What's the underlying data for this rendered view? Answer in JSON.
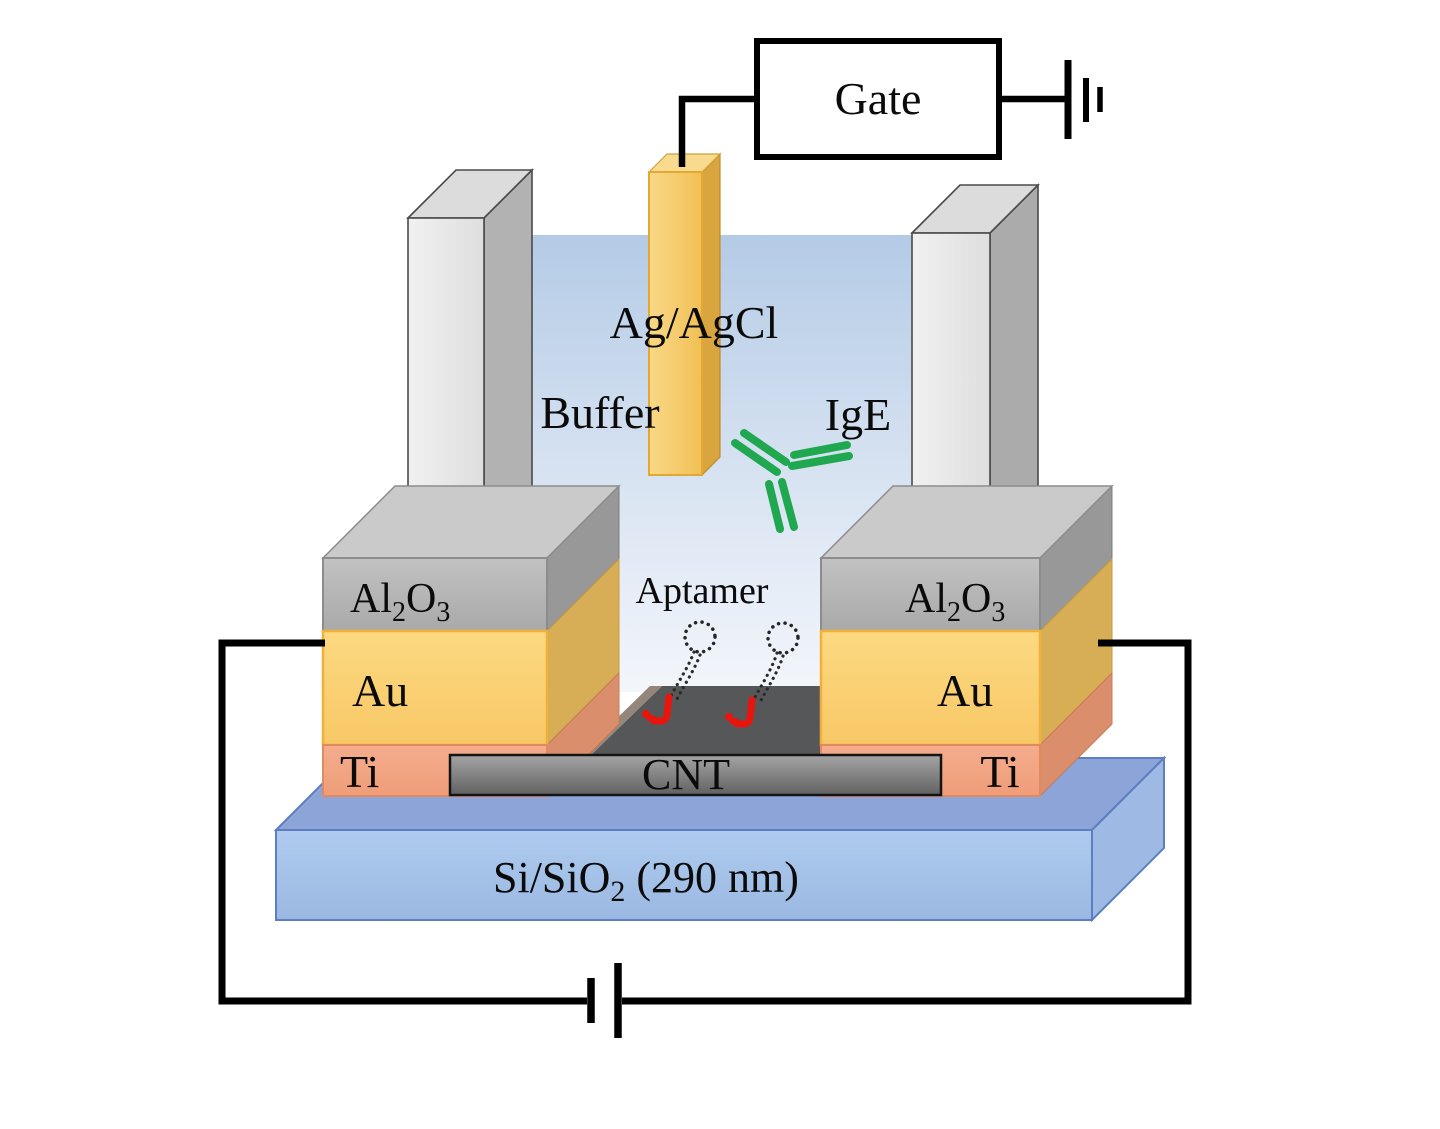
{
  "diagram": {
    "title": "Aptamer-functionalized CNT field-effect biosensor schematic",
    "labels": {
      "gate": "Gate",
      "electrode": "Ag/AgCl",
      "solution": "Buffer",
      "analyte": "IgE",
      "receptor": "Aptamer",
      "channel": "CNT",
      "metal_contact": "Au",
      "adhesion_layer": "Ti",
      "dielectric": {
        "part1": "Al",
        "sub1": "2",
        "part2": "O",
        "sub2": "3"
      },
      "substrate": {
        "part1": "Si/SiO",
        "sub1": "2",
        "part2": " (290 nm)"
      }
    },
    "colors": {
      "buffer_top": "#b7cde7",
      "buffer_bottom": "#f0f4fa",
      "electrode_gold": "#f6ca6a",
      "gold_layer": "#fbd47c",
      "titanium_layer": "#f2a685",
      "alumina_layer": "#b5b5b5",
      "probe_pillar": "#e9e9e9",
      "cnt_bar": "#7d7d7d",
      "aptamer_platform": "#57585a",
      "substrate_blue": "#a6c3e8",
      "antibody_green": "#1fa84f",
      "anchor_red": "#e8150d",
      "wire_black": "#000000"
    }
  }
}
